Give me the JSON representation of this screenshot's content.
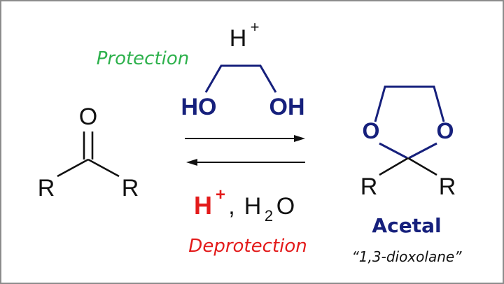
{
  "reagent_top": {
    "acid": "H",
    "acid_charge": "+"
  },
  "diol": {
    "left_oh": "HO",
    "right_oh": "OH"
  },
  "forward_label": "Protection",
  "reverse_label": "Deprotection",
  "reverse_conditions": {
    "acid": "H",
    "acid_charge": "+",
    "separator": ",",
    "water_h": "H",
    "water_sub": "2",
    "water_o": "O"
  },
  "ketone": {
    "oxygen": "O",
    "r_left": "R",
    "r_right": "R"
  },
  "acetal": {
    "o_left": "O",
    "o_right": "O",
    "r_left": "R",
    "r_right": "R"
  },
  "product_name": "Acetal",
  "product_subtitle": "“1,3-dioxolane”",
  "colors": {
    "protection": "#2db14c",
    "deprotection": "#e31b1b",
    "navy": "#16207c",
    "black": "#111111",
    "border": "#8c8c8c"
  }
}
